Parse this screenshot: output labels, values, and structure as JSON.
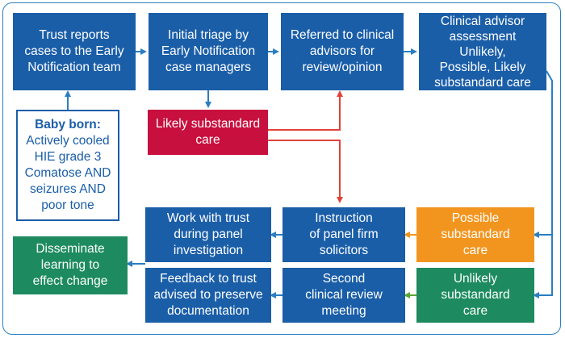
{
  "nodes": {
    "trust_reports": "Trust reports\ncases to the Early\nNotification team",
    "initial_triage": "Initial triage by\nEarly Notification\ncase managers",
    "referred": "Referred to clinical\nadvisors for\nreview/opinion",
    "clinical_assessment": "Clinical advisor\nassessment Unlikely,\nPossible, Likely\nsubstandard care",
    "baby_born_title": "Baby born:",
    "baby_born_body": "Actively cooled\nHIE grade 3\nComatose AND\nseizures AND\npoor tone",
    "likely": "Likely substandard\ncare",
    "possible": "Possible\nsubstandard\ncare",
    "unlikely": "Unlikely\nsubstandard\ncare",
    "instruction": "Instruction\nof panel firm\nsolicitors",
    "work_with_trust": "Work with trust\nduring panel\ninvestigation",
    "disseminate": "Disseminate\nlearning to\neffect change",
    "feedback": "Feedback to trust\nadvised to preserve\ndocumentation",
    "second_review": "Second\nclinical review\nmeeting"
  },
  "colors": {
    "blue": "#1a5ea8",
    "red": "#c8103e",
    "orange": "#f2951f",
    "green": "#1d8b5f",
    "arrow_blue": "#2a7ec2",
    "arrow_red": "#e0433a",
    "arrow_orange": "#f2951f",
    "arrow_green": "#5aa832"
  }
}
